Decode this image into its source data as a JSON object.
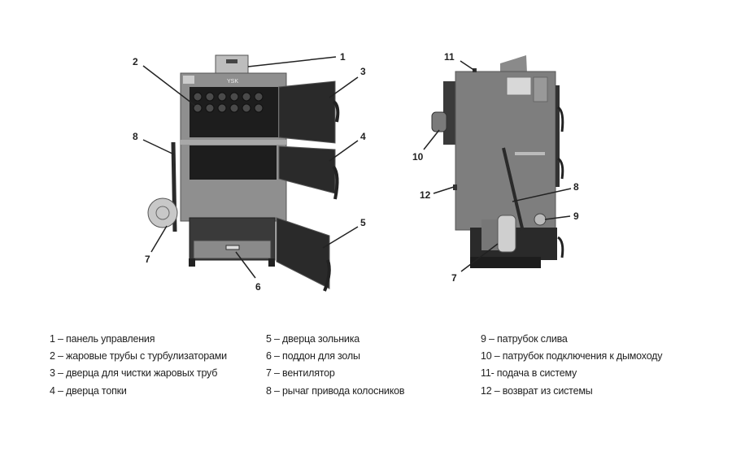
{
  "callouts_front": [
    "1",
    "2",
    "3",
    "4",
    "5",
    "6",
    "7",
    "8"
  ],
  "callouts_side": [
    "11",
    "10",
    "12",
    "8",
    "9",
    "7"
  ],
  "legend": {
    "col1": [
      "1 – панель управления",
      "2 – жаровые трубы с турбулизаторами",
      "3 – дверца для чистки жаровых труб",
      "4 – дверца топки"
    ],
    "col2": [
      "5 – дверца зольника",
      "6 – поддон для золы",
      "7 – вентилятор",
      "8 – рычаг привода колосников"
    ],
    "col3": [
      "9 – патрубок слива",
      "10 – патрубок подключения к дымоходу",
      "11- подача в систему",
      "12 – возврат из системы"
    ]
  },
  "logo_text": "YSK"
}
